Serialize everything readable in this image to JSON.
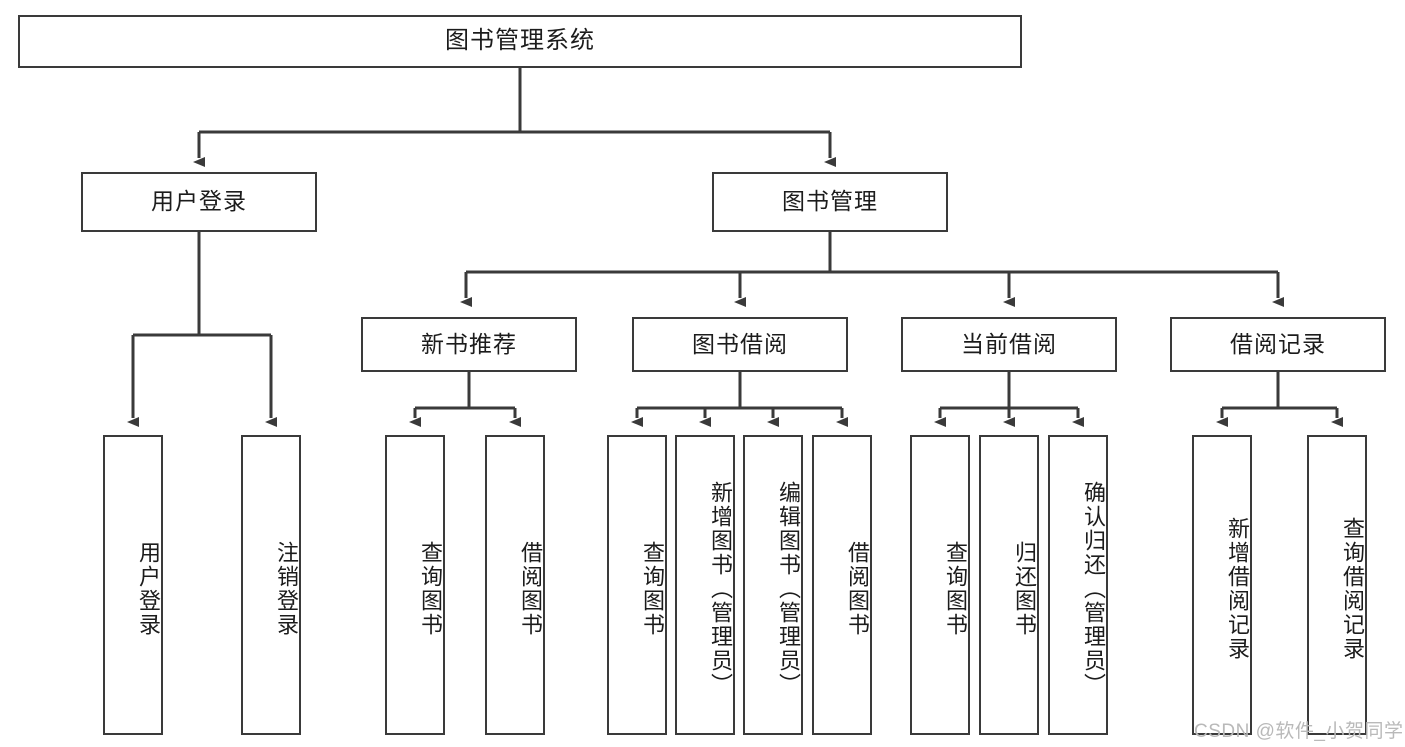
{
  "diagram": {
    "title": "图书管理系统",
    "type": "tree-hierarchy",
    "background_color": "#ffffff",
    "line_color": "#3a3a3a",
    "box_fill": "#ffffff"
  },
  "root": {
    "label": "图书管理系统"
  },
  "level2": [
    {
      "label": "用户登录"
    },
    {
      "label": "图书管理"
    }
  ],
  "level3": [
    {
      "label": "新书推荐"
    },
    {
      "label": "图书借阅"
    },
    {
      "label": "当前借阅"
    },
    {
      "label": "借阅记录"
    }
  ],
  "leaves": {
    "user_login": [
      {
        "label": "用户登录"
      },
      {
        "label": "注销登录"
      }
    ],
    "new_book": [
      {
        "label": "查询图书"
      },
      {
        "label": "借阅图书"
      }
    ],
    "book_borrow": [
      {
        "label": "查询图书"
      },
      {
        "label": "新增图书（管理员）"
      },
      {
        "label": "编辑图书（管理员）"
      },
      {
        "label": "借阅图书"
      }
    ],
    "current_borrow": [
      {
        "label": "查询图书"
      },
      {
        "label": "归还图书"
      },
      {
        "label": "确认归还（管理员）"
      }
    ],
    "borrow_record": [
      {
        "label": "新增借阅记录"
      },
      {
        "label": "查询借阅记录"
      }
    ]
  },
  "watermark": {
    "text": "CSDN @软件_小贺同学"
  }
}
